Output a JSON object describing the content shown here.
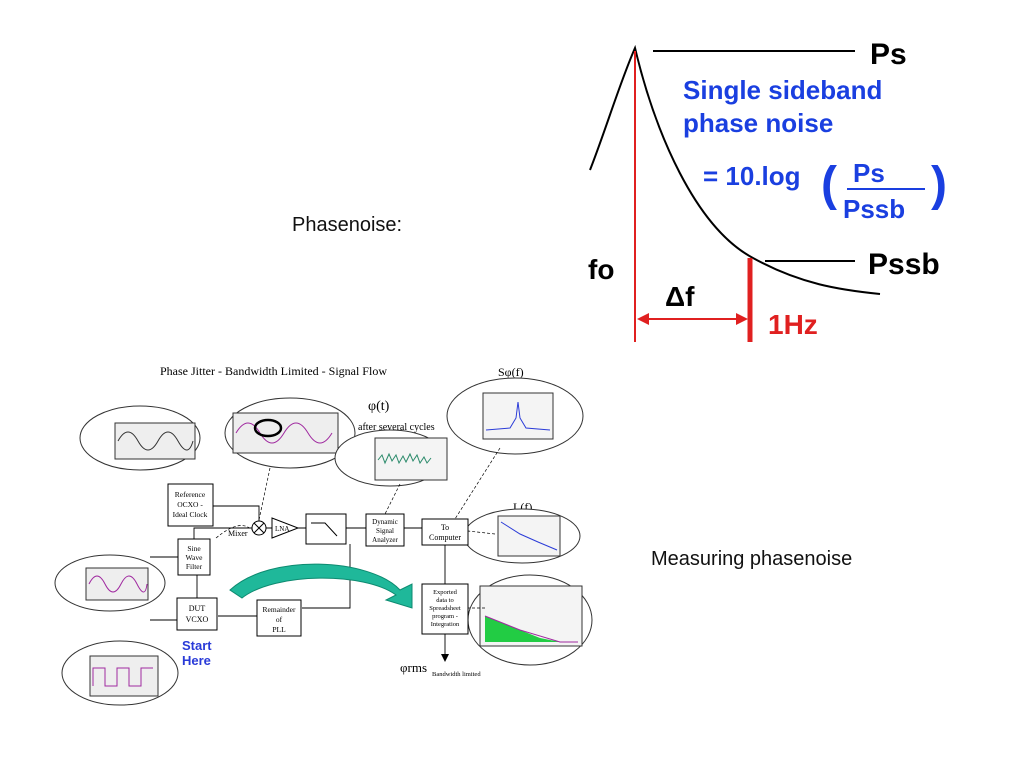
{
  "captions": {
    "phasenoise": "Phasenoise:",
    "measuring": "Measuring phasenoise"
  },
  "ssb_figure": {
    "ps_label": "Ps",
    "title_line1": "Single sideband",
    "title_line2": "phase noise",
    "formula_prefix": "= 10.log",
    "formula_numerator": "Ps",
    "formula_denominator": "Pssb",
    "fo_label": "fo",
    "pssb_label": "Pssb",
    "delta_f_label": "Δf",
    "one_hz_label": "1Hz",
    "colors": {
      "title": "#1a3fe0",
      "marker": "#e02020",
      "curve": "#000000"
    }
  },
  "signal_flow": {
    "title": "Phase Jitter - Bandwidth Limited - Signal Flow",
    "phi_t": "φ(t)",
    "after_cycles": "after several cycles",
    "s_phi": "Sφ(f)",
    "l_f": "L(f)",
    "blocks": {
      "reference": [
        "Reference",
        "OCXO -",
        "Ideal Clock"
      ],
      "mixer": "Mixer",
      "lna": "LNA",
      "dsa": [
        "Dynamic",
        "Signal",
        "Analyzer"
      ],
      "to_computer": [
        "To",
        "Computer"
      ],
      "sine_filter": [
        "Sine",
        "Wave",
        "Filter"
      ],
      "dut": [
        "DUT",
        "VCXO"
      ],
      "remainder": [
        "Remainder",
        "of",
        "PLL"
      ],
      "exported": [
        "Exported",
        "data to",
        "Spreadsheet",
        "program -",
        "Integration"
      ]
    },
    "start_here": [
      "Start",
      "Here"
    ],
    "phi_rms": "φrms",
    "bandwidth_limited": "Bandwidth limited",
    "colors": {
      "arrow": "#1fb89a",
      "start": "#2a3bd8",
      "sine": "#a02aa0"
    }
  }
}
